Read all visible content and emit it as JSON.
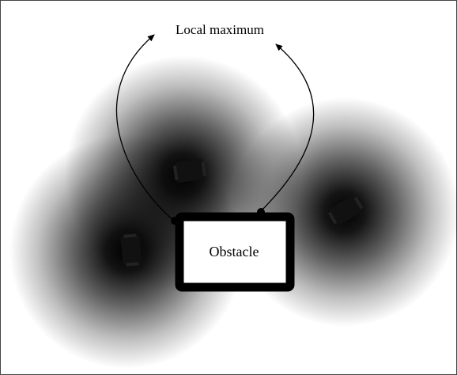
{
  "figure": {
    "top_label": "Local maximum",
    "obstacle_label": "Obstacle"
  },
  "colors": {
    "background": "#ffffff",
    "border": "#444444",
    "field_core": "#000000",
    "obstacle_fill": "#ffffff",
    "obstacle_border": "#000000",
    "robot": "#111111",
    "arrow": "#000000"
  },
  "elements": {
    "fields": [
      "potential-field-upper",
      "potential-field-lower-left",
      "potential-field-right"
    ],
    "robots": [
      "robot-upper",
      "robot-lower-left",
      "robot-right"
    ],
    "paths": [
      "path-left-to-local-maximum",
      "path-right-to-local-maximum"
    ]
  }
}
